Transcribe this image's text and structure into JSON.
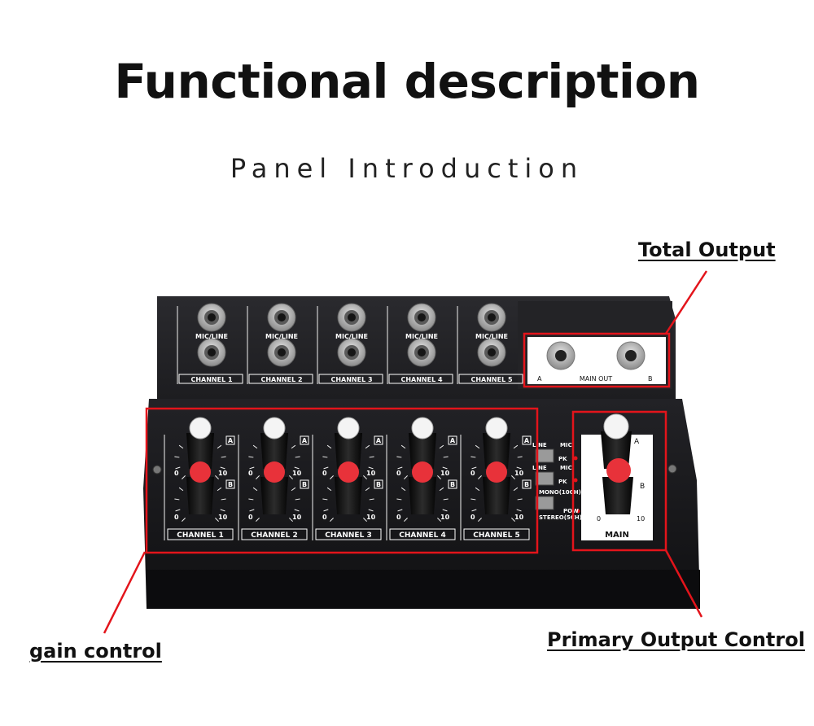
{
  "page": {
    "title": "Functional description",
    "subtitle": "Panel Introduction"
  },
  "callouts": {
    "total_output": "Total Output",
    "gain_control": "gain control",
    "primary_output_control": "Primary Output Control"
  },
  "colors": {
    "highlight": "#e3141b",
    "body": "#1a1a1c",
    "panel_label": "#ffffff",
    "knob_accent": "#e8323a"
  },
  "mixer": {
    "channels": [
      "CHANNEL 1",
      "CHANNEL 2",
      "CHANNEL 3",
      "CHANNEL 4",
      "CHANNEL 5"
    ],
    "input_label": "MIC/LINE",
    "bus_a": "A",
    "bus_b": "B",
    "scale_min": "0",
    "scale_max": "10",
    "main_out": "MAIN OUT",
    "main": "MAIN",
    "switch_labels": [
      "LINE",
      "MIC",
      "LINE",
      "MIC",
      "PK",
      "PK",
      "MONO(10CH)",
      "STEREO(5CH)",
      "POW"
    ]
  }
}
